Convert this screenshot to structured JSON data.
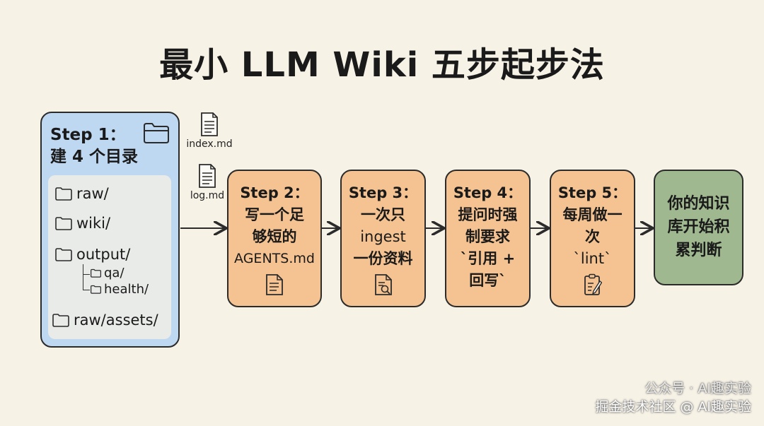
{
  "title": "最小 LLM Wiki 五步起步法",
  "step1": {
    "heading_line1": "Step 1：",
    "heading_line2": "建 4 个目录",
    "folder_icon": "folder-icon",
    "dirs": [
      "raw/",
      "wiki/",
      "output/",
      "qa/",
      "health/",
      "raw/assets/"
    ]
  },
  "files": [
    {
      "icon": "document-icon",
      "name": "index.md"
    },
    {
      "icon": "document-icon",
      "name": "log.md"
    }
  ],
  "steps": [
    {
      "title": "Step 2：",
      "lines": [
        "写一个足",
        "够短的"
      ],
      "extra": "AGENTS.md",
      "icon": "document-lines-icon"
    },
    {
      "title": "Step 3：",
      "lines": [
        "一次只"
      ],
      "extra": "ingest",
      "lines2": [
        "一份资料"
      ],
      "icon": "document-search-icon"
    },
    {
      "title": "Step 4：",
      "lines": [
        "提问时强",
        "制要求",
        "`引用 +",
        "回写`"
      ],
      "icon": null
    },
    {
      "title": "Step 5：",
      "lines": [
        "每周做一",
        "次",
        "`lint`"
      ],
      "icon": "clipboard-pencil-icon"
    }
  ],
  "result": {
    "lines": [
      "你的知识",
      "库开始积",
      "累判断"
    ]
  },
  "watermark": {
    "line1": "公众号 · AI趣实验",
    "line2": "掘金技术社区 @ AI趣实验"
  }
}
